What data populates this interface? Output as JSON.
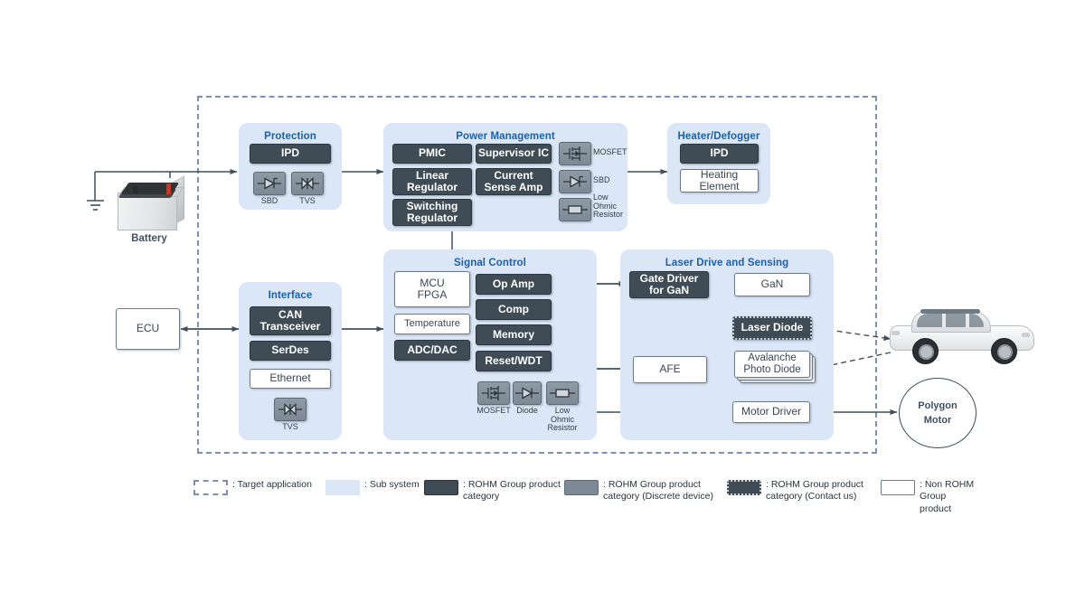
{
  "diagram": {
    "external": {
      "battery_label": "Battery",
      "ecu_label": "ECU",
      "polygon_motor_line1": "Polygon",
      "polygon_motor_line2": "Motor",
      "vehicle_label": "vehicle"
    },
    "panels": {
      "protection": {
        "title": "Protection",
        "blocks": [
          {
            "label": "IPD",
            "style": "dark"
          }
        ],
        "discretes": [
          {
            "caption": "SBD",
            "icon": "sbd-diode-icon"
          },
          {
            "caption": "TVS",
            "icon": "tvs-diode-icon"
          }
        ]
      },
      "power_management": {
        "title": "Power Management",
        "col1": [
          {
            "label": "PMIC",
            "style": "dark"
          },
          {
            "label": "Linear\nRegulator",
            "style": "dark"
          },
          {
            "label": "Switching\nRegulator",
            "style": "dark"
          }
        ],
        "col2": [
          {
            "label": "Supervisor IC",
            "style": "dark"
          },
          {
            "label": "Current\nSense Amp",
            "style": "dark"
          }
        ],
        "discretes": [
          {
            "caption": "MOSFET",
            "icon": "mosfet-icon"
          },
          {
            "caption": "SBD",
            "icon": "sbd-diode-icon"
          },
          {
            "caption": "Low\nOhmic\nResistor",
            "icon": "resistor-icon"
          }
        ]
      },
      "heater_defogger": {
        "title": "Heater/Defogger",
        "blocks": [
          {
            "label": "IPD",
            "style": "dark"
          },
          {
            "label": "Heating\nElement",
            "style": "white"
          }
        ]
      },
      "interface": {
        "title": "Interface",
        "blocks": [
          {
            "label": "CAN\nTransceiver",
            "style": "dark"
          },
          {
            "label": "SerDes",
            "style": "dark"
          },
          {
            "label": "Ethernet",
            "style": "white"
          }
        ],
        "discretes": [
          {
            "caption": "TVS",
            "icon": "tvs-diode-icon"
          }
        ]
      },
      "signal_control": {
        "title": "Signal Control",
        "col1": [
          {
            "label": "MCU\nFPGA",
            "style": "white"
          },
          {
            "label": "Temperature",
            "style": "white"
          },
          {
            "label": "ADC/DAC",
            "style": "dark"
          }
        ],
        "col2": [
          {
            "label": "Op Amp",
            "style": "dark"
          },
          {
            "label": "Comp",
            "style": "dark"
          },
          {
            "label": "Memory",
            "style": "dark"
          },
          {
            "label": "Reset/WDT",
            "style": "dark"
          }
        ],
        "discretes": [
          {
            "caption": "MOSFET",
            "icon": "mosfet-icon"
          },
          {
            "caption": "Diode",
            "icon": "diode-icon"
          },
          {
            "caption": "Low\nOhmic\nResistor",
            "icon": "resistor-icon"
          }
        ]
      },
      "laser_drive": {
        "title": "Laser Drive and Sensing",
        "blocks": [
          {
            "label": "Gate Driver\nfor GaN",
            "style": "dark"
          },
          {
            "label": "GaN",
            "style": "white"
          },
          {
            "label": "Laser Diode",
            "style": "contact"
          },
          {
            "label": "AFE",
            "style": "white"
          },
          {
            "label": "Avalanche\nPhoto Diode",
            "style": "white"
          },
          {
            "label": "Motor Driver",
            "style": "white"
          }
        ]
      }
    },
    "legend": [
      {
        "style": "dashed",
        "text": ": Target application"
      },
      {
        "style": "sub",
        "text": ": Sub system"
      },
      {
        "style": "dark",
        "text": ": ROHM Group product\n  category"
      },
      {
        "style": "grey",
        "text": ": ROHM Group product\n  category (Discrete device)"
      },
      {
        "style": "contact",
        "text": ": ROHM Group product\n  category (Contact us)"
      },
      {
        "style": "white",
        "text": ": Non ROHM Group\n  product"
      }
    ],
    "colors": {
      "subsystem_bg": "#dbe7f6",
      "panel_title": "#1d5faa",
      "rohm_dark": "#3f4c55",
      "discrete_grey": "#7d8a95",
      "boundary_dashed": "#7f8fb4",
      "wire": "#41505c"
    }
  }
}
